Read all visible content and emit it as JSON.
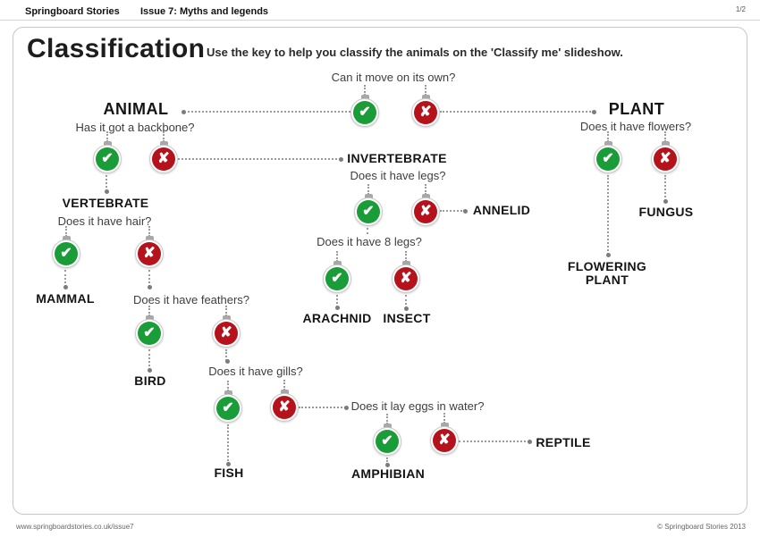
{
  "header": {
    "brand": "Springboard Stories",
    "issue": "Issue 7: Myths and legends",
    "page": "1/2"
  },
  "intro": {
    "title": "Classification",
    "instruction": "Use the key to help you classify the animals on the 'Classify me' slideshow."
  },
  "icons": {
    "check": "✔",
    "cross": "✘"
  },
  "colors": {
    "check": "#1a9c38",
    "cross": "#b5121c"
  },
  "key": {
    "root_question": "Can it move on its own?",
    "animal_label": "ANIMAL",
    "plant_label": "PLANT",
    "backbone_question": "Has it got a backbone?",
    "flowers_question": "Does it have flowers?",
    "vertebrate_label": "VERTEBRATE",
    "invertebrate_label": "INVERTEBRATE",
    "hair_question": "Does it have hair?",
    "legs_question": "Does it have legs?",
    "annelid_label": "ANNELID",
    "legs8_question": "Does it have 8 legs?",
    "arachnid_label": "ARACHNID",
    "insect_label": "INSECT",
    "mammal_label": "MAMMAL",
    "feathers_question": "Does it have feathers?",
    "bird_label": "BIRD",
    "gills_question": "Does it have gills?",
    "fish_label": "FISH",
    "eggs_question": "Does it lay eggs in water?",
    "amphibian_label": "AMPHIBIAN",
    "reptile_label": "REPTILE",
    "flowering_plant_label": "FLOWERING\nPLANT",
    "fungus_label": "FUNGUS"
  },
  "footer": {
    "url": "www.springboardstories.co.uk/issue7",
    "copyright": "© Springboard Stories 2013"
  }
}
